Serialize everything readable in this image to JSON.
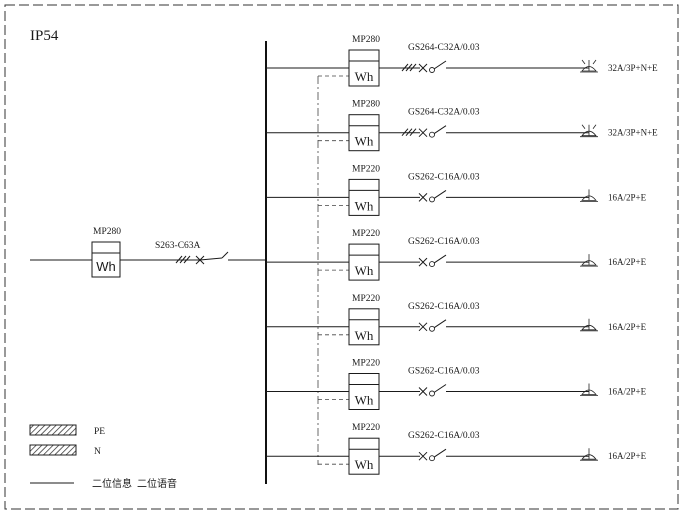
{
  "enclosure_label": "IP54",
  "incoming": {
    "meter_model": "MP280",
    "meter_symbol": "Wh",
    "breaker_model": "S263-C63A"
  },
  "circuits": [
    {
      "meter_model": "MP280",
      "meter_symbol": "Wh",
      "breaker_model": "GS264-C32A/0.03",
      "poles": 3,
      "socket_rating": "32A/3P+N+E"
    },
    {
      "meter_model": "MP280",
      "meter_symbol": "Wh",
      "breaker_model": "GS264-C32A/0.03",
      "poles": 3,
      "socket_rating": "32A/3P+N+E"
    },
    {
      "meter_model": "MP220",
      "meter_symbol": "Wh",
      "breaker_model": "GS262-C16A/0.03",
      "poles": 1,
      "socket_rating": "16A/2P+E"
    },
    {
      "meter_model": "MP220",
      "meter_symbol": "Wh",
      "breaker_model": "GS262-C16A/0.03",
      "poles": 1,
      "socket_rating": "16A/2P+E"
    },
    {
      "meter_model": "MP220",
      "meter_symbol": "Wh",
      "breaker_model": "GS262-C16A/0.03",
      "poles": 1,
      "socket_rating": "16A/2P+E"
    },
    {
      "meter_model": "MP220",
      "meter_symbol": "Wh",
      "breaker_model": "GS262-C16A/0.03",
      "poles": 1,
      "socket_rating": "16A/2P+E"
    },
    {
      "meter_model": "MP220",
      "meter_symbol": "Wh",
      "breaker_model": "GS262-C16A/0.03",
      "poles": 1,
      "socket_rating": "16A/2P+E"
    }
  ],
  "legend": {
    "pe_label": "PE",
    "n_label": "N",
    "line_label": "二位信息  二位语音"
  }
}
